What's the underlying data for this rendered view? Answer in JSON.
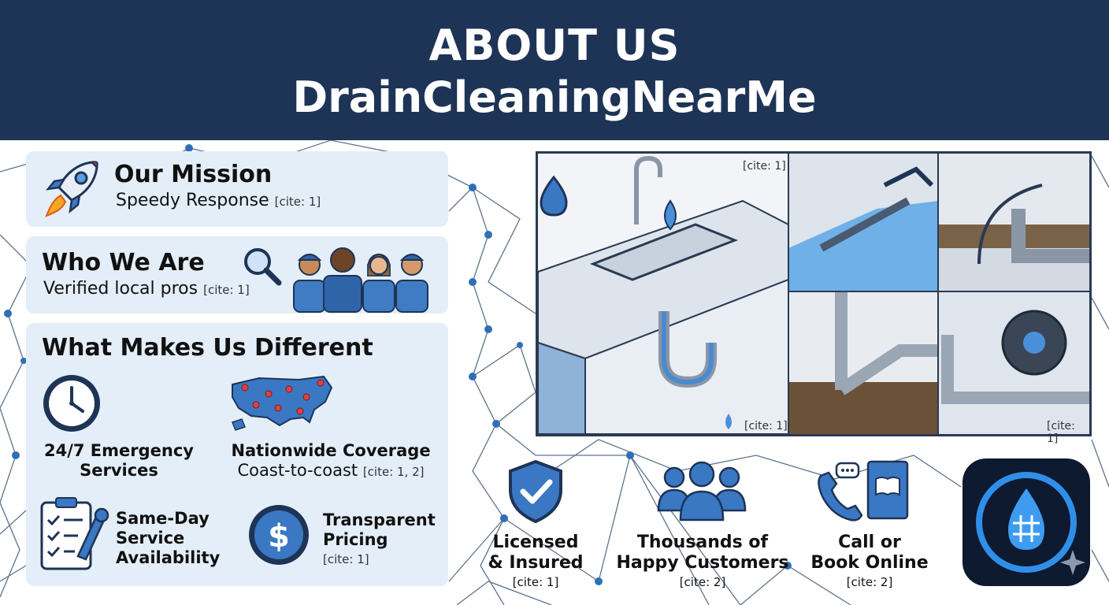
{
  "header": {
    "title_line1": "ABOUT US",
    "title_line2": "DrainCleaningNearMe"
  },
  "mission": {
    "title": "Our Mission",
    "subtitle": "Speedy Response",
    "cite": "[cite: 1]",
    "icon": "rocket-icon"
  },
  "who": {
    "title": "Who We Are",
    "subtitle": "Verified local pros",
    "cite": "[cite: 1]",
    "icon": "magnifier-icon",
    "image": "team-of-technicians"
  },
  "different": {
    "title": "What Makes Us Different",
    "features": [
      {
        "line1": "24/7 Emergency",
        "line2": "Services",
        "icon": "clock-icon"
      },
      {
        "line1": "Nationwide Coverage",
        "line2": "Coast-to-coast",
        "cite": "[cite: 1, 2]",
        "icon": "us-map-pins-icon"
      },
      {
        "line1": "Same-Day",
        "line2": "Service",
        "line3": "Availability",
        "icon": "clipboard-wrench-icon"
      },
      {
        "line1": "Transparent",
        "line2": "Pricing",
        "cite": "[cite: 1]",
        "icon": "dollar-coin-icon"
      }
    ]
  },
  "illustration": {
    "captions": [
      "[cite: 1]",
      "[cite: 1]",
      "[cite: 1]"
    ]
  },
  "stats": [
    {
      "line1": "Licensed",
      "line2": "& Insured",
      "cite": "[cite: 1]",
      "icon": "shield-check-icon"
    },
    {
      "line1": "Thousands of",
      "line2": "Happy Customers",
      "cite": "[cite: 2]",
      "icon": "people-group-icon"
    },
    {
      "line1": "Call or",
      "line2": "Book Online",
      "cite": "[cite: 2]",
      "icon": "phone-book-icon"
    }
  ],
  "colors": {
    "header": "#1e3456",
    "card": "#e4eef8",
    "accent_blue": "#2f7fd4",
    "dark_blue": "#1e3c6e"
  }
}
